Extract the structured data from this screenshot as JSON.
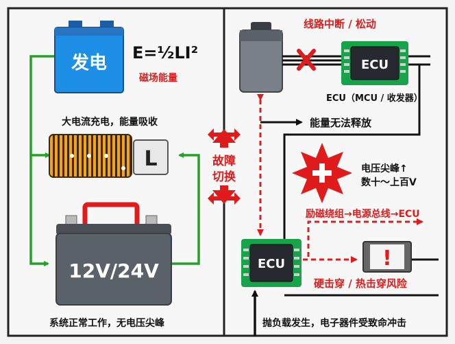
{
  "left_panel": {
    "generator_label": "发电",
    "formula": "E=½LI²",
    "formula_note": "磁场能量",
    "coil_caption": "大电流充电，能量吸收",
    "inductor_label": "L",
    "battery_label": "12V/24V",
    "bottom_caption": "系统正常工作，无电压尖峰"
  },
  "center": {
    "switch_label_line1": "故障",
    "switch_label_line2": "切换"
  },
  "right_panel": {
    "fault_title": "线路中断 / 松动",
    "ecu_top_label": "ECU",
    "ecu_caption": "ECU（MCU / 收发器）",
    "energy_note": "能量无法释放",
    "spike_line1": "电压尖峰↑",
    "spike_line2": "数十～上百V",
    "path_label": "励磁绕组→电源总线→ECU",
    "ecu_bottom_label": "ECU",
    "warning_symbol": "!",
    "damage_label": "硬击穿 / 热击穿风险",
    "bottom_caption": "抛负载发生，电子器件受致命冲击"
  },
  "colors": {
    "red": "#e01b1b",
    "green": "#23a323",
    "generator_blue": "#1e8fe6",
    "ecu_green": "#16a34a",
    "coil_orange": "#f39c12"
  }
}
